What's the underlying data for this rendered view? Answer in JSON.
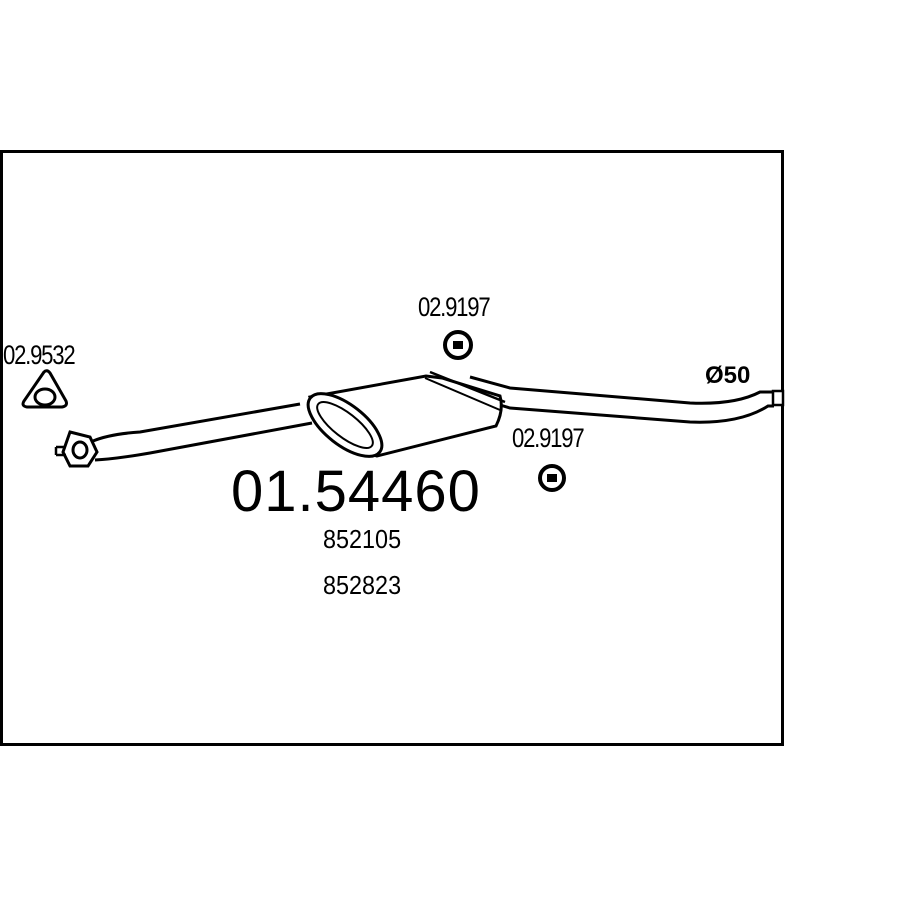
{
  "diagram": {
    "main_part_number": "01.54460",
    "reference_numbers": [
      "852105",
      "852823"
    ],
    "accessories": [
      {
        "code": "02.9532",
        "icon": "triangular-gasket-icon"
      },
      {
        "code": "02.9197",
        "icon": "rubber-hanger-icon"
      },
      {
        "code": "02.9197",
        "icon": "rubber-hanger-icon"
      }
    ],
    "outlet_diameter_label": "Ø50"
  }
}
